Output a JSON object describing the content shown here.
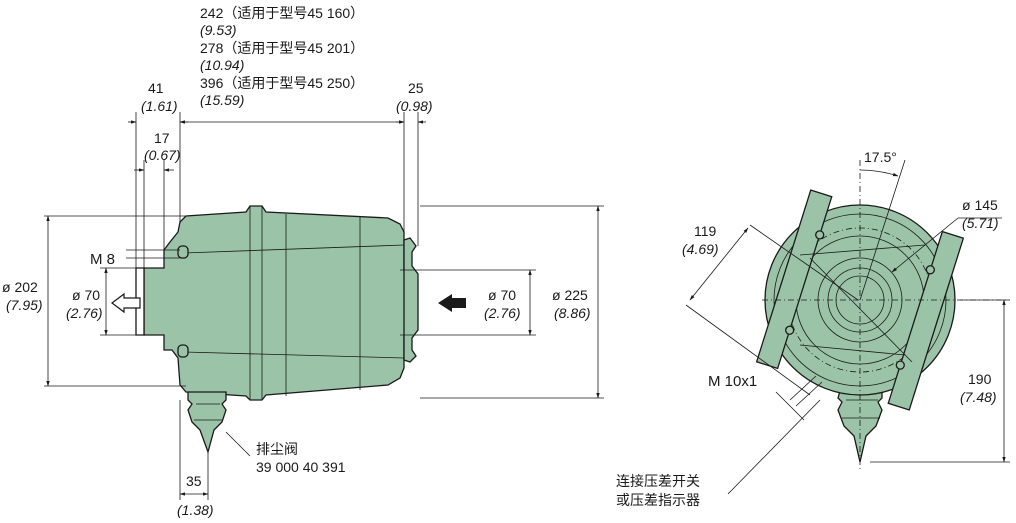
{
  "colors": {
    "body": "#9bc3a7",
    "outline": "#1a1a1a",
    "background": "#ffffff"
  },
  "length_variants": [
    {
      "mm": "242（适用于型号45 160）",
      "inch": "(9.53)"
    },
    {
      "mm": "278（适用于型号45 201）",
      "inch": "(10.94)"
    },
    {
      "mm": "396（适用于型号45 250）",
      "inch": "(15.59)"
    }
  ],
  "dims": {
    "flange_41": {
      "mm": "41",
      "inch": "(1.61)"
    },
    "inner_17": {
      "mm": "17",
      "inch": "(0.67)"
    },
    "outlet_25": {
      "mm": "25",
      "inch": "(0.98)"
    },
    "thread_m8": "M 8",
    "dia_202": {
      "mm": "ø 202",
      "inch": "(7.95)"
    },
    "dia_70_left": {
      "mm": "ø 70",
      "inch": "(2.76)"
    },
    "dia_70_right": {
      "mm": "ø 70",
      "inch": "(2.76)"
    },
    "dia_225": {
      "mm": "ø 225",
      "inch": "(8.86)"
    },
    "drain_35": {
      "mm": "35",
      "inch": "(1.38)"
    },
    "angle": "17.5°",
    "dia_145": {
      "mm": "ø 145",
      "inch": "(5.71)"
    },
    "radius_119": {
      "mm": "119",
      "inch": "(4.69)"
    },
    "thread_m10": "M 10x1",
    "height_190": {
      "mm": "190",
      "inch": "(7.48)"
    }
  },
  "labels": {
    "drain_valve": "排尘阀",
    "drain_valve_part": "39 000 40 391",
    "switch_line1": "连接压差开关",
    "switch_line2": "或压差指示器"
  }
}
